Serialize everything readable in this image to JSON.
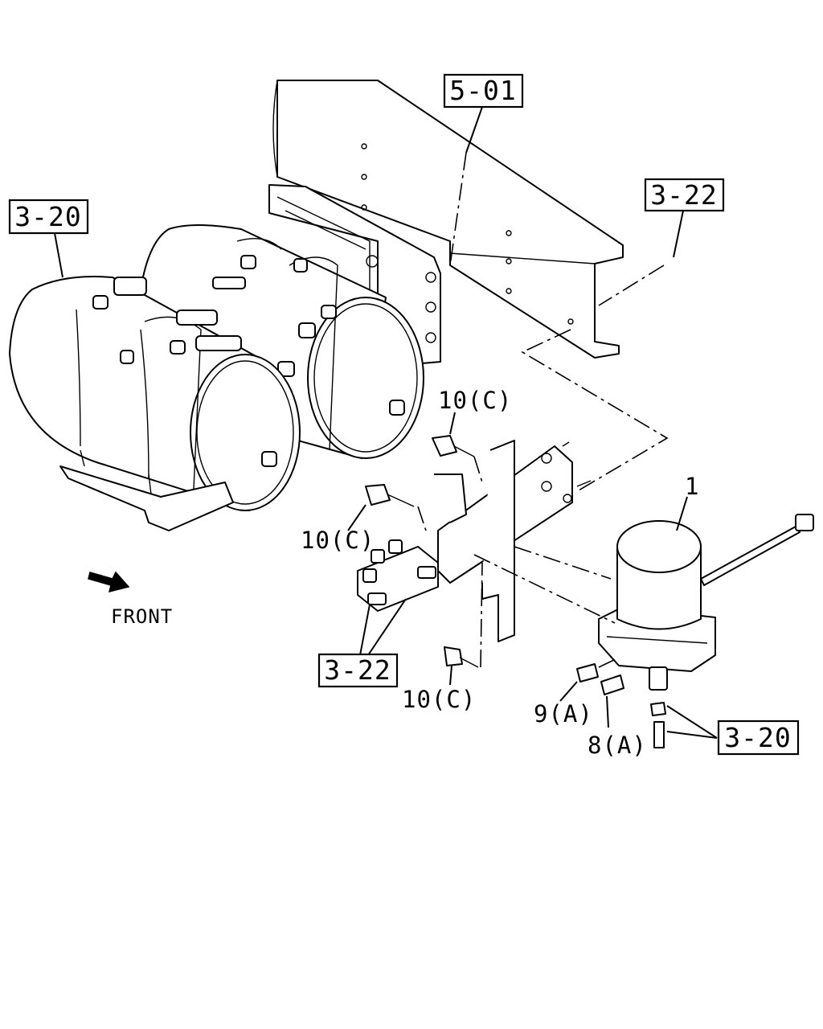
{
  "refs": {
    "frame": "5-01",
    "tank_ref": "3-20",
    "nut_ref": "3-22",
    "valve_ref": "3-22",
    "fitting_ref": "3-20"
  },
  "parts": {
    "dryer": "1",
    "bolt_top": "10(C)",
    "bolt_mid": "10(C)",
    "bolt_bottom": "10(C)",
    "fitting_9": "9(A)",
    "fitting_8": "8(A)"
  },
  "direction": {
    "label": "FRONT"
  }
}
